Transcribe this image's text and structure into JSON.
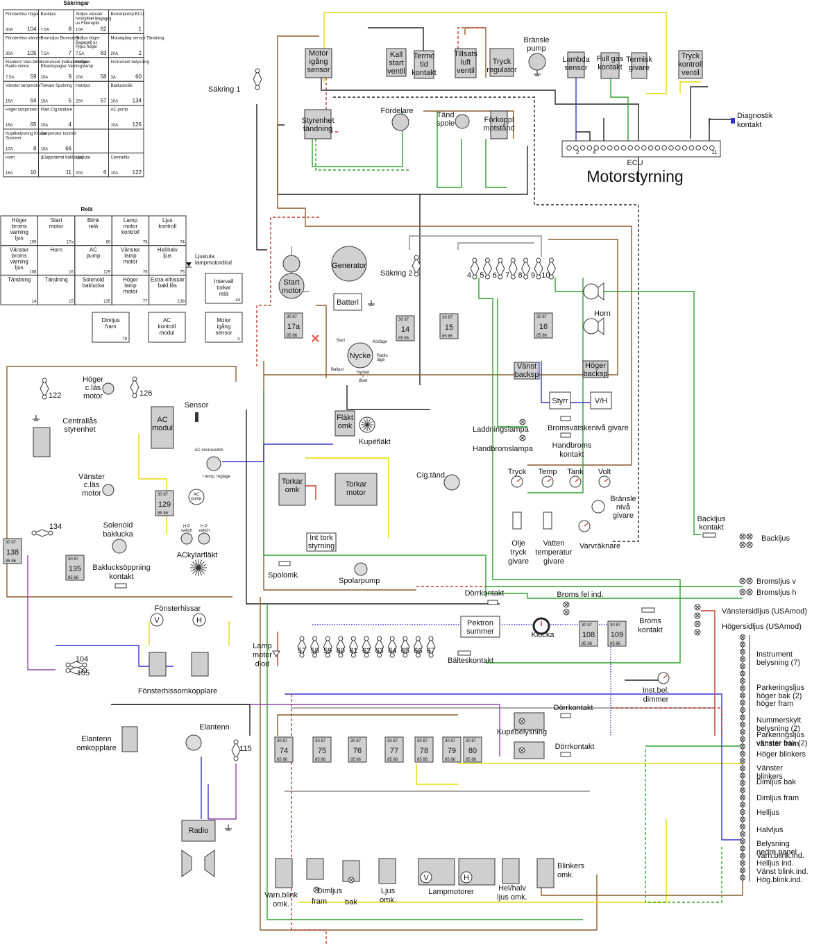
{
  "fuse_table": {
    "title": "Säkringar",
    "cells": [
      {
        "name": "Fönsterhiss höger",
        "amp": "30A",
        "num": "104"
      },
      {
        "name": "Backljus",
        "amp": "7.5A",
        "num": "8"
      },
      {
        "name": "Sidljus vänster Nrskyltbel Bagagelj us Fiberoptik",
        "amp": "10A",
        "num": "62"
      },
      {
        "name": "Bensinpump ECU",
        "amp": "",
        "num": "1"
      },
      {
        "name": "Fönsterhiss vänster",
        "amp": "30A",
        "num": "105"
      },
      {
        "name": "Bromsljus Bromsrelä",
        "amp": "7.5A",
        "num": "7"
      },
      {
        "name": "Sidljus höger Bagagelj us Pjljus höger",
        "amp": "7.5A",
        "num": "63"
      },
      {
        "name": "Motorigång-sensor Tändning",
        "amp": "20A",
        "num": "2"
      },
      {
        "name": "Elantenn Varn.blink Radio minne",
        "amp": "7.5A",
        "num": "59"
      },
      {
        "name": "Instrument Indikatorlampor Elbackspeglar Varningslamp",
        "amp": "20A",
        "num": "9"
      },
      {
        "name": "Helljus",
        "amp": "20A",
        "num": "58"
      },
      {
        "name": "Instrument belysning",
        "amp": "3A",
        "num": "60"
      },
      {
        "name": "Vänster lampmotor",
        "amp": "15A",
        "num": "64"
      },
      {
        "name": "Torkare Spolning",
        "amp": "15A",
        "num": "5"
      },
      {
        "name": "Halvljus",
        "amp": "20A",
        "num": "57"
      },
      {
        "name": "Bakluckslås",
        "amp": "10A",
        "num": "134"
      },
      {
        "name": "Höger lampmotor",
        "amp": "15A",
        "num": "65"
      },
      {
        "name": "Fläkt Cig.tändare",
        "amp": "20A",
        "num": "4"
      },
      {
        "name": "",
        "amp": "",
        "num": ""
      },
      {
        "name": "AC pump",
        "amp": "10A",
        "num": "126"
      },
      {
        "name": "Kupébelysning Klocka Summer",
        "amp": "10A",
        "num": "8"
      },
      {
        "name": "Lampmotor kontroll",
        "amp": "10A",
        "num": "66"
      },
      {
        "name": "",
        "amp": "",
        "num": ""
      },
      {
        "name": "",
        "amp": "",
        "num": ""
      },
      {
        "name": "Horn",
        "amp": "15A",
        "num": "10"
      },
      {
        "name": "(Eluppvärmd baklucka)",
        "amp": "",
        "num": "11"
      },
      {
        "name": "Ljustuta",
        "amp": "20A",
        "num": "6"
      },
      {
        "name": "Centrallås",
        "amp": "10A",
        "num": "122"
      }
    ]
  },
  "relay_table": {
    "title": "Relä",
    "cells": [
      {
        "name": "Höger broms varning ljus",
        "num": "109"
      },
      {
        "name": "Start motor",
        "num": "17a"
      },
      {
        "name": "Blink relä",
        "num": "80"
      },
      {
        "name": "Lamp motor kontroll",
        "num": "78"
      },
      {
        "name": "Ljus kontroll",
        "num": "74"
      },
      {
        "name": "Vänster broms varning ljus",
        "num": "108"
      },
      {
        "name": "Horn",
        "num": "16"
      },
      {
        "name": "AC pump",
        "num": "129"
      },
      {
        "name": "Vänster lamp motor",
        "num": "76"
      },
      {
        "name": "Hel/halv ljus",
        "num": "75"
      },
      {
        "name": "Tändning",
        "num": "14"
      },
      {
        "name": "Tändning",
        "num": "15"
      },
      {
        "name": "Solenoid baklucka",
        "num": "135"
      },
      {
        "name": "Höger lamp motor",
        "num": "77"
      },
      {
        "name": "Extra-elhissar bakl.lås",
        "num": "138"
      }
    ],
    "extra": [
      {
        "name": "Intervall torkar relä",
        "num": "44"
      },
      {
        "name": "Dimljus fram",
        "num": "79"
      },
      {
        "name": "AC kontroll modul",
        "num": ""
      },
      {
        "name": "Motor igång sensor",
        "num": "A"
      }
    ],
    "diode": "Ljustuta lampmotordiod"
  },
  "ecu": {
    "label": "ECU",
    "title": "Motorstyrning",
    "pin_first": "2",
    "pin_mid": "4",
    "pin_last": "11",
    "diag": "Diagnostik kontakt"
  },
  "top_components": [
    {
      "key": "motorsensor",
      "label": "Motor igång sensor"
    },
    {
      "key": "kallstart",
      "label": "Kall start ventil"
    },
    {
      "key": "termotid",
      "label": "Termo tid kontakt"
    },
    {
      "key": "tillsats",
      "label": "Tillsats luft ventil"
    },
    {
      "key": "tryckreg",
      "label": "Tryck regulator"
    },
    {
      "key": "bransle",
      "label": "Bränsle pump"
    },
    {
      "key": "lambda",
      "label": "Lambda sensor"
    },
    {
      "key": "fullgas",
      "label": "Full gas kontakt"
    },
    {
      "key": "termisk",
      "label": "Termisk givare"
    },
    {
      "key": "tryckkontroll",
      "label": "Tryck kontroll ventil"
    },
    {
      "key": "styrenhet",
      "label": "Styrenhet tändning"
    },
    {
      "key": "fordelare",
      "label": "Fördelare"
    },
    {
      "key": "tandspole",
      "label": "Tänd spole"
    },
    {
      "key": "forkoppl",
      "label": "Förkoppl motstånd"
    },
    {
      "key": "sakring1",
      "label": "Säkring 1"
    }
  ],
  "mid_components": {
    "start": "Start motor",
    "generator": "Generator",
    "batteri": "Batteri",
    "sakring2": "Säkring 2",
    "relay17a": "17a",
    "relay14": "14",
    "relay15": "15",
    "relay16": "16",
    "nycke": "Nycke",
    "nycke_pins": [
      "Start",
      "Körläge",
      "Radio läge",
      "Ballast",
      "Nyckel i låset"
    ],
    "fuses_top": [
      "4",
      "5",
      "6",
      "7",
      "8",
      "9",
      "10"
    ],
    "horn": "Horn",
    "vanst_backsp": "Vänst backsp",
    "hoger_backsp": "Höger backsp",
    "styrr": "Styrr",
    "vh": "V/H",
    "laddning": "Laddningslampa",
    "bromsvats": "Bromsvätskenivå givare",
    "handbroms": "Handbromslampa",
    "handbroms_k": "Handbroms kontakt",
    "flakt_omk": "Fläkt omk",
    "kupeflakt": "Kupéfläkt",
    "cigtand": "Cig.tänd",
    "torkar_omk": "Torkar omk",
    "torkar_motor": "Torkar motor",
    "int_tork": "Int tork styrning",
    "spolomk": "Spolomk.",
    "spolarpump": "Spolarpump",
    "gauges": [
      "Tryck",
      "Temp",
      "Tank",
      "Volt"
    ],
    "bransle_niva": "Bränsle nivå givare",
    "olje": "Olje tryck givare",
    "vatten": "Vatten temperatur givare",
    "varvraknare": "Varvräknare",
    "backljus_k": "Backljus kontakt",
    "backljus": "Backljus"
  },
  "left_components": {
    "f122": "122",
    "f126": "126",
    "hoger_cls": "Höger c.läs motor",
    "centrallas": "Centrallås styrenhet",
    "vanster_cls": "Vänster c.läs motor",
    "sensor": "Sensor",
    "ac_modul": "AC modul",
    "ac_micro": "AC microswitch",
    "ac_micro2": "I temp. reglage",
    "ac_pump": "AC pump",
    "r129": "129",
    "hp_switch": "H P switch",
    "ackylar": "ACkylarfläkt",
    "f134": "134",
    "solenoid": "Solenoid baklucka",
    "r138": "138",
    "r135": "135",
    "bakluck_k": "Baklucksöppning kontakt",
    "fonsterhissar": "Fönsterhissar",
    "fh_v": "V",
    "fh_h": "H",
    "f104": "104",
    "f105": "105",
    "fh_omk": "Fönsterhissomkopplare",
    "elantenn_omk": "Elantenn omkopplare",
    "elantenn": "Elantenn",
    "f115": "115",
    "radio": "Radio"
  },
  "lower_components": {
    "lampdiod": "Lamp motor diod",
    "fuses_row": [
      "57",
      "58",
      "59",
      "60",
      "61",
      "62",
      "63",
      "64",
      "65",
      "66",
      "67"
    ],
    "dorrkontakt": "Dörrkontakt",
    "pektron": "Pektron summer",
    "balte": "Bälteskontakt",
    "klocka": "Klocka",
    "broms_fel": "Broms fel ind.",
    "r108": "108",
    "r109": "109",
    "broms_k": "Broms kontakt",
    "inst_dimmer": "Inst.bel. dimmer",
    "relays": [
      "74",
      "75",
      "76",
      "77",
      "78",
      "79",
      "80"
    ],
    "kupe": "Kupébelysning",
    "dorr1": "Dörrkontakt",
    "dorr2": "Dörrkontakt",
    "varn_omk": "Varn.blink omk.",
    "dimljus_fram": "Dimljus fram",
    "dimljus_bak": "bak",
    "ljus_omk": "Ljus omk.",
    "lampmotorer": "Lampmotorer",
    "lm_v": "V",
    "lm_h": "H",
    "helhalv_omk": "Hel/halv ljus omk.",
    "blinkers_omk": "Blinkers omk."
  },
  "right_lamps": [
    "Bromsljus v",
    "Bromsljus h",
    "Vänstersidljus (USAmod)",
    "Högersidljus (USAmod)",
    "Instrument belysning (7)",
    "Parkeringsljus höger bak (2)",
    "höger fram",
    "Nummerskylt belysning (2)",
    "Parkeringsljus vänster bak (2)",
    "vänster fram",
    "Höger blinkers",
    "Vänster blinkers",
    "Dimljus bak",
    "Dimljus fram",
    "Helljus",
    "Halvljus",
    "Belysning nedre panel",
    "Varn.blink.ind.",
    "Helljus ind.",
    "Vänst blink.ind.",
    "Hög.blink.ind."
  ]
}
